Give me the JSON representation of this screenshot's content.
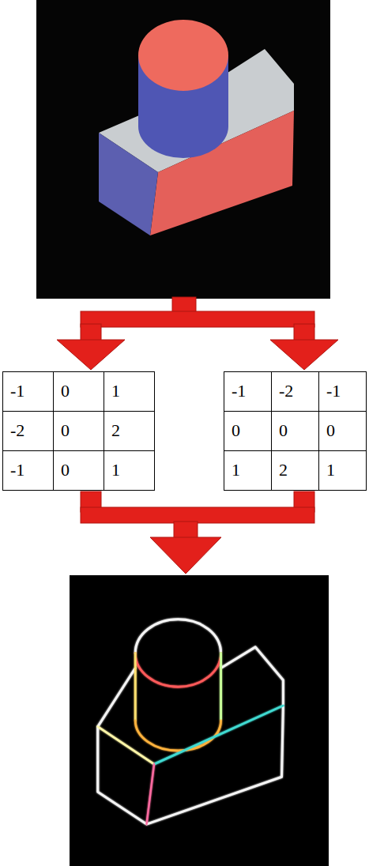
{
  "diagram": {
    "labels": [
      "-1",
      "0",
      "1",
      "-2",
      "0",
      "2",
      "-1",
      "0",
      "1",
      "-1",
      "-2",
      "-1",
      "0",
      "0",
      "0",
      "1",
      "2",
      "1"
    ]
  }
}
